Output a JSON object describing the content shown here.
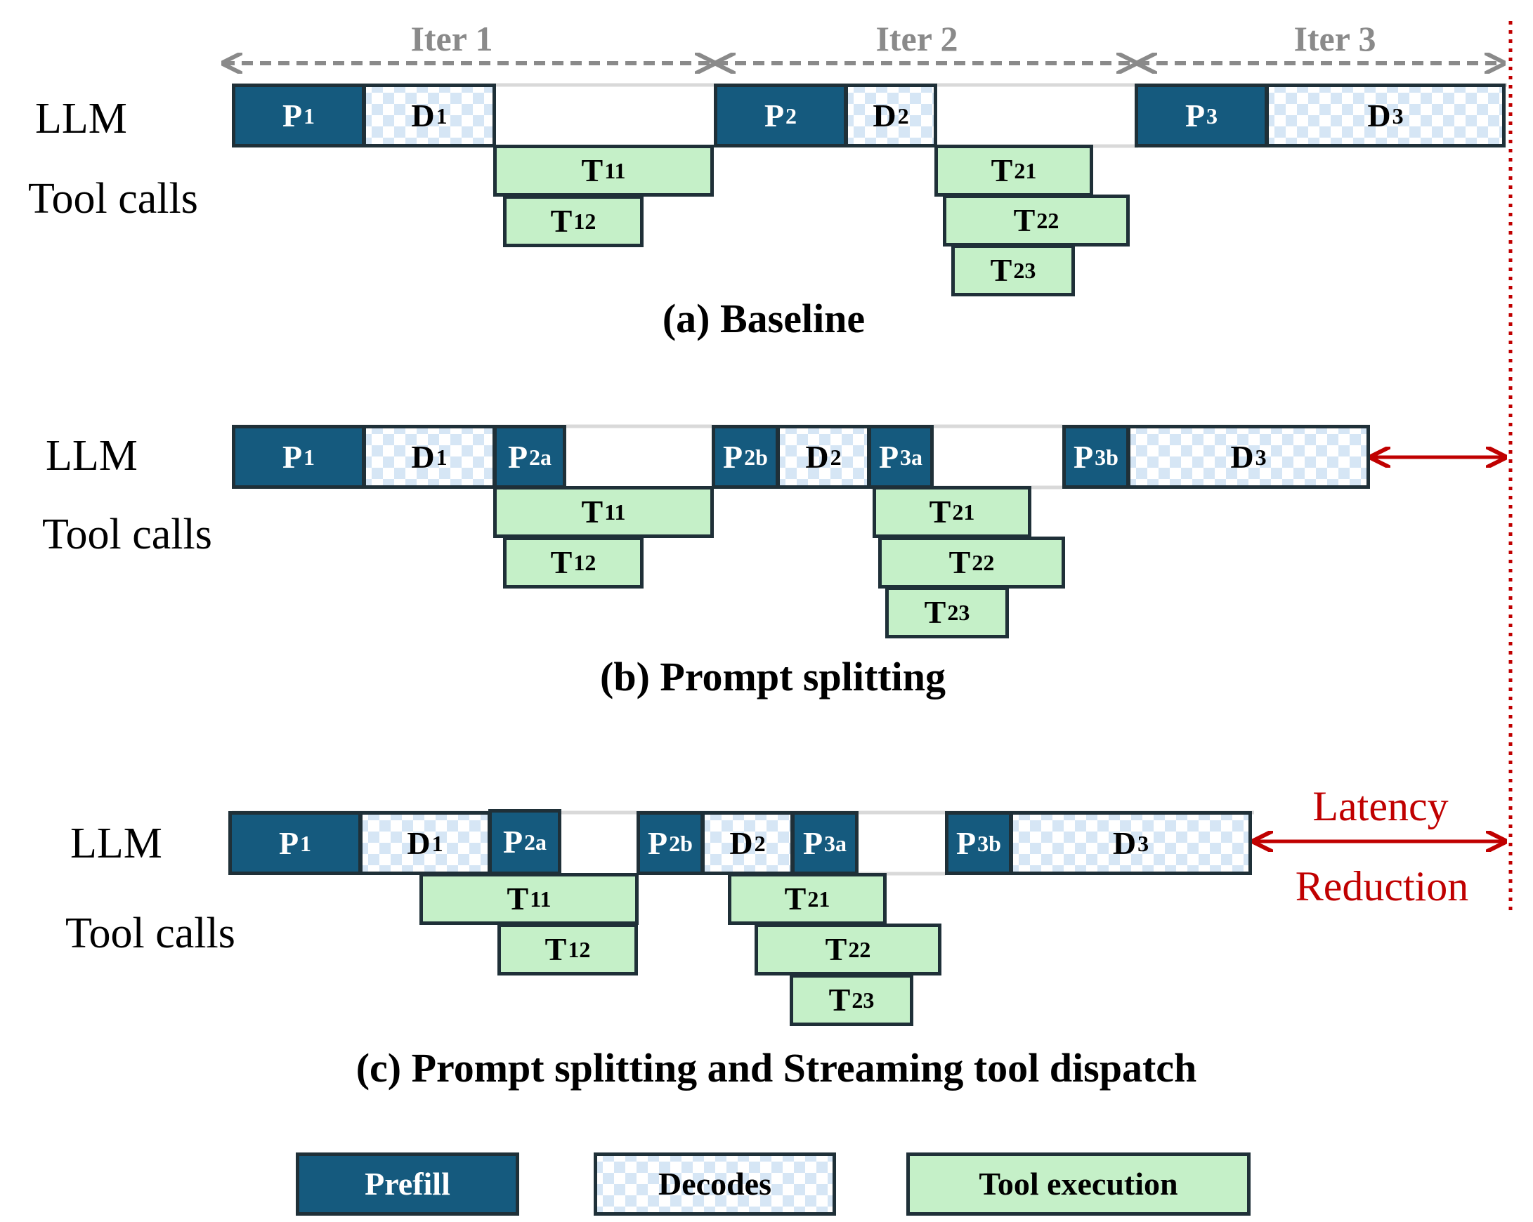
{
  "colors": {
    "prefill": "#155a7e",
    "decode": "#d6e6f5",
    "tool": "#c5f0c8",
    "border": "#1f3038",
    "iter_arrow": "#8a8a8a",
    "latency": "#c00000"
  },
  "iterations": [
    "Iter 1",
    "Iter 2",
    "Iter 3"
  ],
  "row_labels": {
    "llm": "LLM",
    "tools": "Tool calls"
  },
  "panels": {
    "a": {
      "caption": "(a) Baseline",
      "llm": [
        {
          "type": "prefill",
          "base": "P",
          "sub": "1"
        },
        {
          "type": "decode",
          "base": "D",
          "sub": "1"
        },
        {
          "type": "prefill",
          "base": "P",
          "sub": "2"
        },
        {
          "type": "decode",
          "base": "D",
          "sub": "2"
        },
        {
          "type": "prefill",
          "base": "P",
          "sub": "3"
        },
        {
          "type": "decode",
          "base": "D",
          "sub": "3"
        }
      ],
      "tools": [
        {
          "base": "T",
          "sub": "11"
        },
        {
          "base": "T",
          "sub": "12"
        },
        {
          "base": "T",
          "sub": "21"
        },
        {
          "base": "T",
          "sub": "22"
        },
        {
          "base": "T",
          "sub": "23"
        }
      ]
    },
    "b": {
      "caption": "(b) Prompt splitting",
      "llm": [
        {
          "type": "prefill",
          "base": "P",
          "sub": "1"
        },
        {
          "type": "decode",
          "base": "D",
          "sub": "1"
        },
        {
          "type": "prefill",
          "base": "P",
          "sub": "2a"
        },
        {
          "type": "prefill",
          "base": "P",
          "sub": "2b"
        },
        {
          "type": "decode",
          "base": "D",
          "sub": "2"
        },
        {
          "type": "prefill",
          "base": "P",
          "sub": "3a"
        },
        {
          "type": "prefill",
          "base": "P",
          "sub": "3b"
        },
        {
          "type": "decode",
          "base": "D",
          "sub": "3"
        }
      ],
      "tools": [
        {
          "base": "T",
          "sub": "11"
        },
        {
          "base": "T",
          "sub": "12"
        },
        {
          "base": "T",
          "sub": "21"
        },
        {
          "base": "T",
          "sub": "22"
        },
        {
          "base": "T",
          "sub": "23"
        }
      ]
    },
    "c": {
      "caption": "(c) Prompt splitting and Streaming tool dispatch",
      "llm": [
        {
          "type": "prefill",
          "base": "P",
          "sub": "1"
        },
        {
          "type": "decode",
          "base": "D",
          "sub": "1"
        },
        {
          "type": "prefill",
          "base": "P",
          "sub": "2a"
        },
        {
          "type": "prefill",
          "base": "P",
          "sub": "2b"
        },
        {
          "type": "decode",
          "base": "D",
          "sub": "2"
        },
        {
          "type": "prefill",
          "base": "P",
          "sub": "3a"
        },
        {
          "type": "prefill",
          "base": "P",
          "sub": "3b"
        },
        {
          "type": "decode",
          "base": "D",
          "sub": "3"
        }
      ],
      "tools": [
        {
          "base": "T",
          "sub": "11"
        },
        {
          "base": "T",
          "sub": "12"
        },
        {
          "base": "T",
          "sub": "21"
        },
        {
          "base": "T",
          "sub": "22"
        },
        {
          "base": "T",
          "sub": "23"
        }
      ]
    }
  },
  "latency": {
    "line1": "Latency",
    "line2": "Reduction"
  },
  "legend": {
    "prefill": "Prefill",
    "decode": "Decodes",
    "tool": "Tool execution"
  }
}
